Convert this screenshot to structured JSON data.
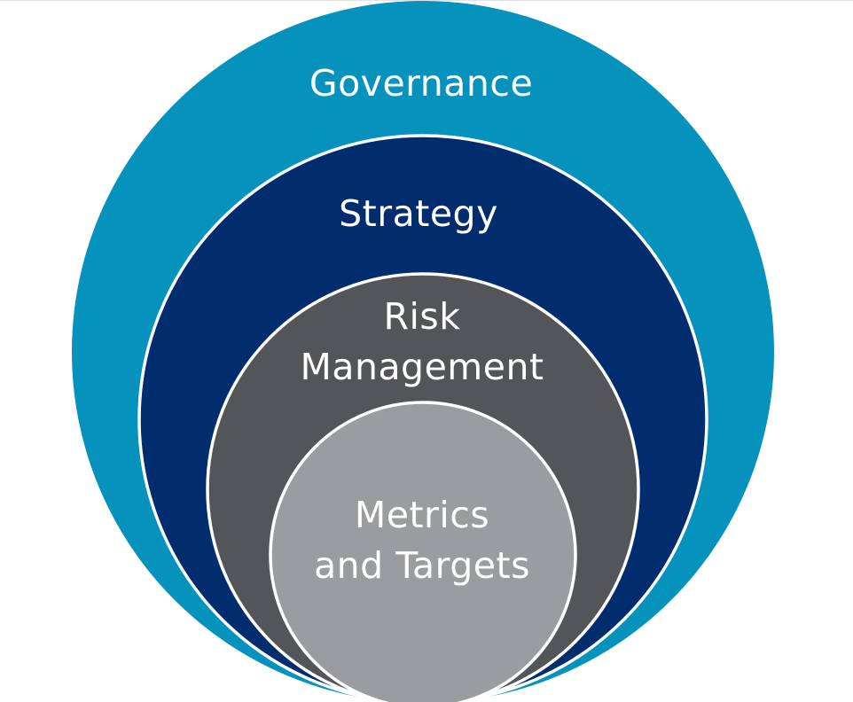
{
  "colors": {
    "governance": "#0592bd",
    "strategy": "#012d6e",
    "risk_management": "#545559",
    "metrics_targets": "#9b9c9f",
    "border": "#ffffff",
    "text": "#ffffff"
  },
  "rings": {
    "governance": {
      "label": "Governance"
    },
    "strategy": {
      "label": "Strategy"
    },
    "risk_management": {
      "label_line1": "Risk",
      "label_line2": "Management"
    },
    "metrics_targets": {
      "label_line1": "Metrics",
      "label_line2": "and Targets"
    }
  }
}
